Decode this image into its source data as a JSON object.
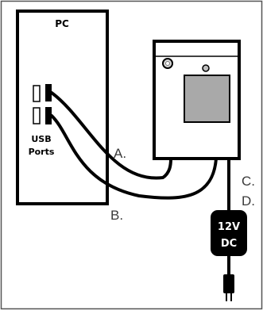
{
  "pc": {
    "title": "PC",
    "usb_label_line1": "USB",
    "usb_label_line2": "Ports"
  },
  "cable_labels": {
    "a": "A.",
    "b": "B.",
    "c": "C.",
    "d": "D."
  },
  "power_supply": {
    "line1": "12V",
    "line2": "DC"
  },
  "colors": {
    "stroke": "#000000",
    "screen": "#a9a9a9",
    "button": "#d9d9d9",
    "led": "#bfbfbf",
    "power_supply": "#000000",
    "label_text": "#3a3a3a"
  }
}
